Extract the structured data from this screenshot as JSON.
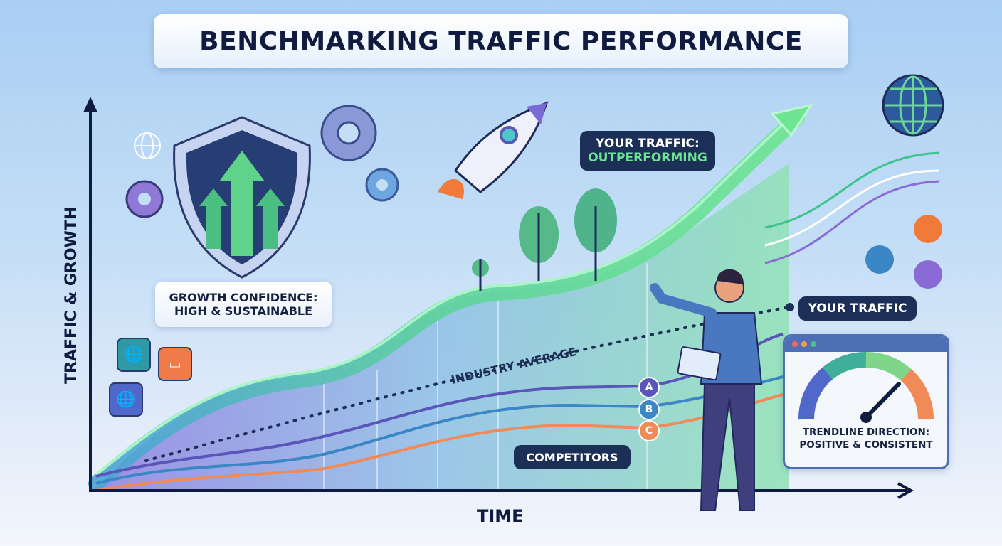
{
  "title": "BENCHMARKING TRAFFIC PERFORMANCE",
  "axes": {
    "y_label": "TRAFFIC & GROWTH",
    "x_label": "TIME"
  },
  "callouts": {
    "your_traffic_outperforming": {
      "line1": "YOUR TRAFFIC:",
      "line2": "OUTPERFORMING"
    },
    "growth_confidence": {
      "line1": "GROWTH CONFIDENCE:",
      "line2": "HIGH & SUSTAINABLE"
    },
    "your_traffic": "YOUR TRAFFIC",
    "industry_average": "INDUSTRY AVERAGE",
    "competitors": "COMPETITORS",
    "trendline": {
      "line1": "TRENDLINE DIRECTION:",
      "line2": "POSITIVE & CONSISTENT"
    }
  },
  "competitor_badges": [
    {
      "label": "A",
      "color": "#5a55b8"
    },
    {
      "label": "B",
      "color": "#3b86c4"
    },
    {
      "label": "C",
      "color": "#f08a57"
    }
  ],
  "colors": {
    "your_traffic": "#5fdc8a",
    "industry_average": "#1c2f56",
    "competitor_a": "#5a55b8",
    "competitor_b": "#3b86c4",
    "competitor_c": "#f08a57",
    "dark_navy": "#0f1c3f",
    "outperforming_green": "#6ee592"
  },
  "icons": [
    "shield-arrows-icon",
    "gear-icon",
    "rocket-icon",
    "globe-icon",
    "tree-icon",
    "shopping-cart-icon",
    "browser-cursor-icon",
    "gauge-icon",
    "tablet-chart-icon",
    "presenter-figure"
  ]
}
